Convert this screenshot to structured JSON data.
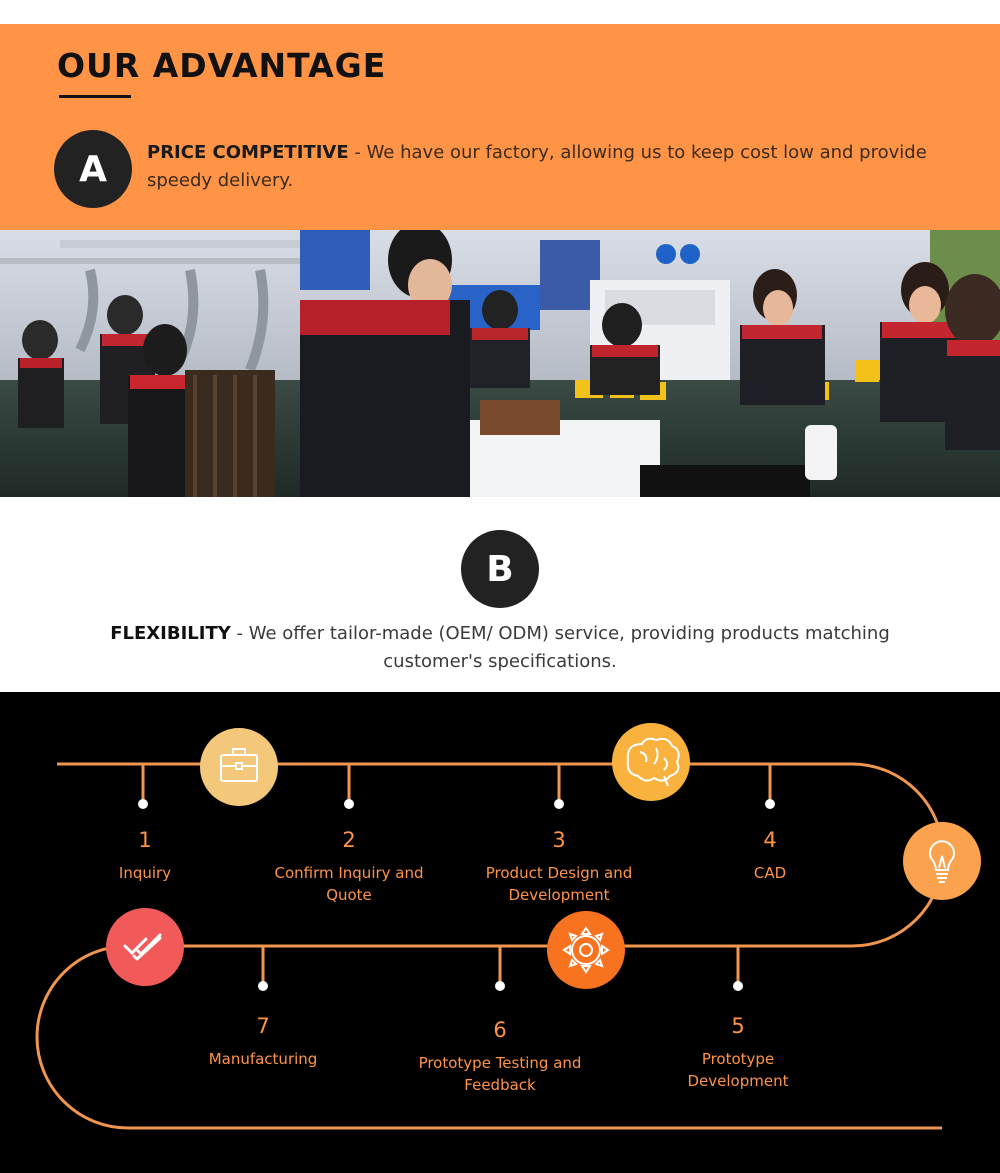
{
  "advantage": {
    "title": "OUR ADVANTAGE",
    "a": {
      "badge": "A",
      "lead": "PRICE COMPETITIVE",
      "text": " - We have our factory, allowing us to keep cost low and provide speedy delivery."
    },
    "b": {
      "badge": "B",
      "lead": "FLEXIBILITY",
      "text": " - We offer tailor-made (OEM/ ODM) service,  providing products matching customer's specifications."
    }
  },
  "process": {
    "steps": [
      {
        "number": "1",
        "label": "Inquiry"
      },
      {
        "number": "2",
        "label": "Confirm Inquiry and Quote"
      },
      {
        "number": "3",
        "label": "Product Design and Development"
      },
      {
        "number": "4",
        "label": "CAD"
      },
      {
        "number": "5",
        "label": "Prototype Development"
      },
      {
        "number": "6",
        "label": "Prototype Testing and Feedback"
      },
      {
        "number": "7",
        "label": "Manufacturing"
      }
    ],
    "icons": [
      "briefcase-icon",
      "brain-icon",
      "lightbulb-icon",
      "gear-icon",
      "double-check-icon"
    ]
  },
  "colors": {
    "orange": "#ff9447",
    "dark": "#222222",
    "black": "#000000",
    "line": "#f0964e",
    "icon_briefcase": "#f4c87a",
    "icon_brain": "#f9b23e",
    "icon_bulb": "#fba24e",
    "icon_gear": "#f7731f",
    "icon_check": "#f25a5a"
  }
}
